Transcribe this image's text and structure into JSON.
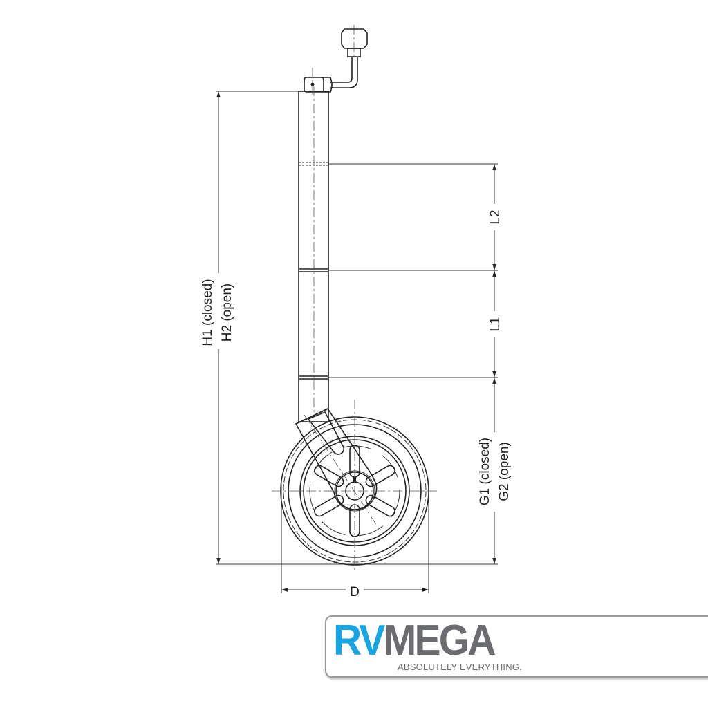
{
  "dimensions": {
    "h_label_1": "H1 (closed)",
    "h_label_2": "H2 (open)",
    "l2": "L2",
    "l1": "L1",
    "g_label_1": "G1 (closed)",
    "g_label_2": "G2 (open)",
    "d": "D"
  },
  "logo": {
    "rv": "RV",
    "mega": "MEGA",
    "tagline": "ABSOLUTELY EVERYTHING.",
    "rv_color": "#17a6e3",
    "mega_color": "#6b6c6f"
  }
}
